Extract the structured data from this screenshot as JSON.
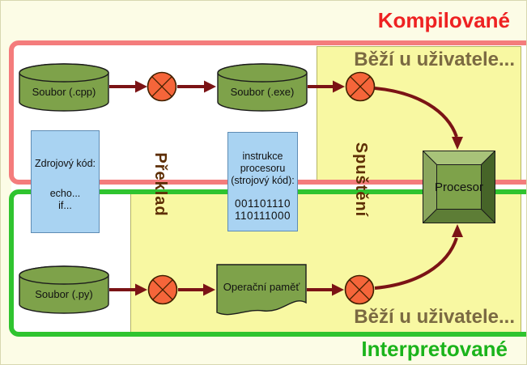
{
  "headings": {
    "compiled": "Kompilované",
    "interpreted": "Interpretované",
    "runs_at_user_top": "Běží u uživatele...",
    "runs_at_user_bottom": "Běží u uživatele..."
  },
  "process_labels": {
    "translation": "Překlad",
    "execution": "Spuštění"
  },
  "nodes": {
    "file_cpp": "Soubor (.cpp)",
    "file_exe": "Soubor (.exe)",
    "file_py": "Soubor (.py)",
    "source_code": {
      "title": "Zdrojový kód:",
      "line1": "echo...",
      "line2": "if..."
    },
    "instructions": {
      "line1": "instrukce",
      "line2": "procesoru",
      "line3": "(strojový kód):",
      "code1": "001101110",
      "code2": "110111000"
    },
    "processor": "Procesor",
    "memory": "Operační paměť"
  },
  "colors": {
    "compiled_frame": "#f47c7c",
    "interpreted_frame": "#2fc42f",
    "compiled_heading": "#ee2222",
    "interpreted_heading": "#1bb41b",
    "user_zone_fill": "#f8f8a2",
    "arrow": "#7b1315",
    "node_green": "#7ea24a",
    "step_orange": "#f5653a",
    "code_blue": "#a9d3f2"
  }
}
